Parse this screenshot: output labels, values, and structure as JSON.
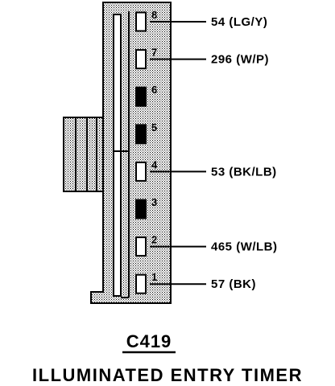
{
  "connector": {
    "id": "C419",
    "name": "ILLUMINATED ENTRY TIMER"
  },
  "pins": [
    {
      "number": "8",
      "state": "used",
      "wire_label": "54 (LG/Y)"
    },
    {
      "number": "7",
      "state": "used",
      "wire_label": "296 (W/P)"
    },
    {
      "number": "6",
      "state": "empty",
      "wire_label": ""
    },
    {
      "number": "5",
      "state": "empty",
      "wire_label": ""
    },
    {
      "number": "4",
      "state": "used",
      "wire_label": "53 (BK/LB)"
    },
    {
      "number": "3",
      "state": "empty",
      "wire_label": ""
    },
    {
      "number": "2",
      "state": "used",
      "wire_label": "465 (W/LB)"
    },
    {
      "number": "1",
      "state": "used",
      "wire_label": "57 (BK)"
    }
  ],
  "colors": {
    "ink": "#000000",
    "paper": "#ffffff",
    "stipple": "#888888"
  }
}
